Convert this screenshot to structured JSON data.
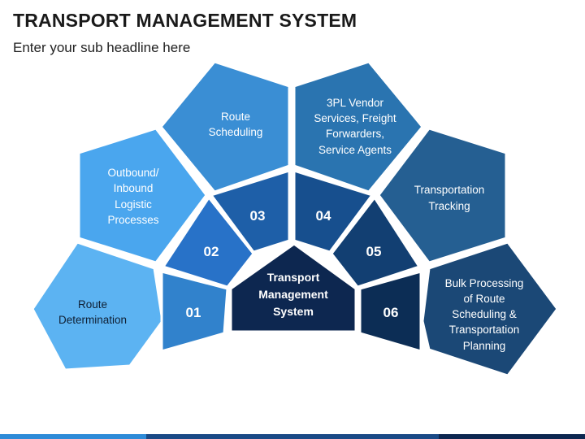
{
  "header": {
    "title": "TRANSPORT MANAGEMENT SYSTEM",
    "subtitle": "Enter your sub headline here"
  },
  "center": {
    "lines": [
      "Transport",
      "Management",
      "System"
    ],
    "color": "#0d2750"
  },
  "segments": [
    {
      "number": "01",
      "label_lines": [
        "Route",
        "Determination"
      ],
      "seg_color": "#3182cc",
      "outer_color": "#5cb3f2"
    },
    {
      "number": "02",
      "label_lines": [
        "Outbound/",
        "Inbound",
        "Logistic",
        "Processes"
      ],
      "seg_color": "#2872c8",
      "outer_color": "#4aa6ee"
    },
    {
      "number": "03",
      "label_lines": [
        "Route",
        "Scheduling"
      ],
      "seg_color": "#1e5fa8",
      "outer_color": "#3a8ed4"
    },
    {
      "number": "04",
      "label_lines": [
        "3PL Vendor",
        "Services, Freight",
        "Forwarders,",
        "Service Agents"
      ],
      "seg_color": "#174f8e",
      "outer_color": "#2a74b0"
    },
    {
      "number": "05",
      "label_lines": [
        "Transportation",
        "Tracking"
      ],
      "seg_color": "#123f72",
      "outer_color": "#255f92"
    },
    {
      "number": "06",
      "label_lines": [
        "Bulk Processing",
        "of Route",
        "Scheduling &",
        "Transportation",
        "Planning"
      ],
      "seg_color": "#0c2d55",
      "outer_color": "#1b4876"
    }
  ],
  "accent_colors": [
    "#2e8bd8",
    "#1a4a86",
    "#0d2750"
  ]
}
